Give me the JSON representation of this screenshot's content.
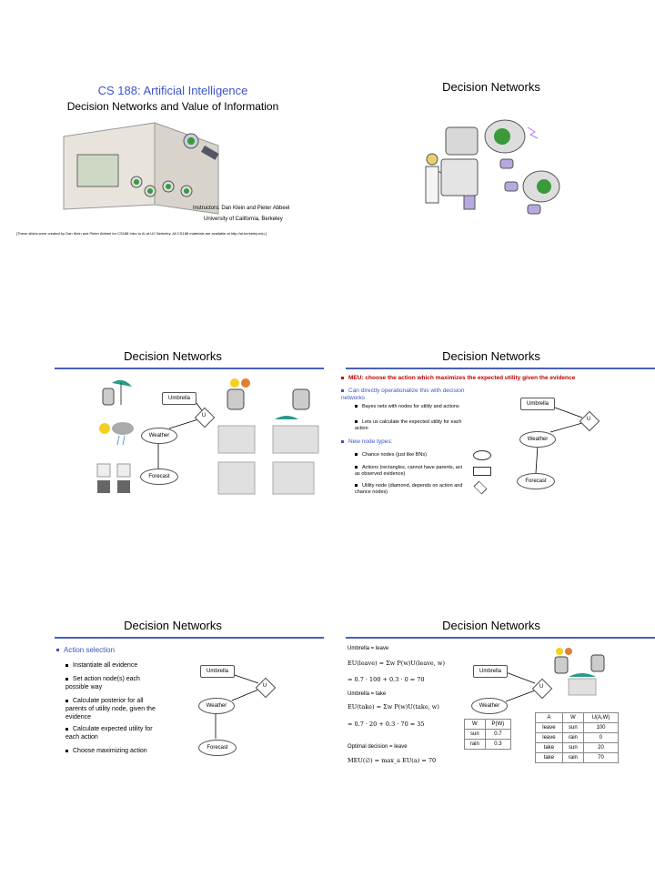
{
  "slide1": {
    "title": "CS 188: Artificial Intelligence",
    "subtitle": "Decision Networks and Value of Information",
    "instructors": "Instructors: Dan Klein and Pieter Abbeel",
    "university": "University of California, Berkeley",
    "footnote": "[These slides were created by Dan Klein and Pieter Abbeel for CS188 Intro to AI at UC Berkeley.  All CS188 materials are available at http://ai.berkeley.edu.]"
  },
  "slide2": {
    "title": "Decision Networks"
  },
  "slide3": {
    "title": "Decision Networks",
    "nodes": {
      "umbrella": "Umbrella",
      "u": "U",
      "weather": "Weather",
      "forecast": "Forecast"
    }
  },
  "slide4": {
    "title": "Decision Networks",
    "meu": "MEU: choose the action which maximizes the expected utility given the evidence",
    "b1": "Can directly operationalize this with decision networks",
    "b1a": "Bayes nets with nodes for utility and actions",
    "b1b": "Lets us calculate the expected utility for each action",
    "b2": "New node types:",
    "b2a": "Chance nodes (just like BNs)",
    "b2b": "Actions (rectangles, cannot have parents, act as observed evidence)",
    "b2c": "Utility node (diamond, depends on action and chance nodes)",
    "nodes": {
      "umbrella": "Umbrella",
      "u": "U",
      "weather": "Weather",
      "forecast": "Forecast"
    }
  },
  "slide5": {
    "title": "Decision Networks",
    "heading": "Action selection",
    "items": [
      "Instantiate all evidence",
      "Set action node(s) each possible way",
      "Calculate posterior for all parents of utility node, given the evidence",
      "Calculate expected utility for each action",
      "Choose maximizing action"
    ],
    "nodes": {
      "umbrella": "Umbrella",
      "u": "U",
      "weather": "Weather",
      "forecast": "Forecast"
    }
  },
  "slide6": {
    "title": "Decision Networks",
    "leave_label": "Umbrella = leave",
    "eq1": "EU(leave) = Σw P(w)U(leave, w)",
    "eq1b": "= 0.7 · 100 + 0.3 · 0 = 70",
    "take_label": "Umbrella = take",
    "eq2": "EU(take) = Σw P(w)U(take, w)",
    "eq2b": "= 0.7 · 20 + 0.3 · 70 = 35",
    "optimal": "Optimal decision = leave",
    "eq3": "MEU(∅) = max_a EU(a) = 70",
    "nodes": {
      "umbrella": "Umbrella",
      "u": "U",
      "weather": "Weather"
    },
    "pw_table": {
      "headers": [
        "W",
        "P(W)"
      ],
      "rows": [
        [
          "sun",
          "0.7"
        ],
        [
          "rain",
          "0.3"
        ]
      ]
    },
    "u_table": {
      "headers": [
        "A",
        "W",
        "U(A,W)"
      ],
      "rows": [
        [
          "leave",
          "sun",
          "100"
        ],
        [
          "leave",
          "rain",
          "0"
        ],
        [
          "take",
          "sun",
          "20"
        ],
        [
          "take",
          "rain",
          "70"
        ]
      ]
    }
  }
}
